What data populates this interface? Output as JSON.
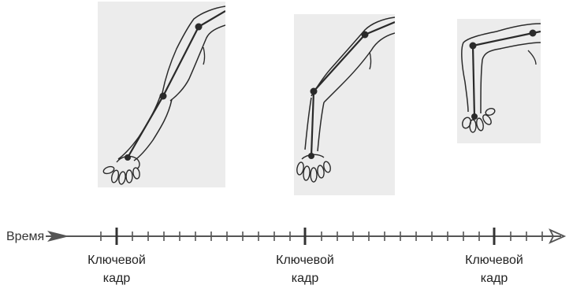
{
  "timeline": {
    "axis_label": "Время",
    "keyframe_label_line1": "Ключевой",
    "keyframe_label_line2": "кадр"
  },
  "frames": [
    {
      "pose": "arm-extended-down"
    },
    {
      "pose": "arm-bent-slightly"
    },
    {
      "pose": "arm-bent-90"
    }
  ],
  "colors": {
    "line": "#2a2a2a",
    "panel": "#ececec"
  }
}
